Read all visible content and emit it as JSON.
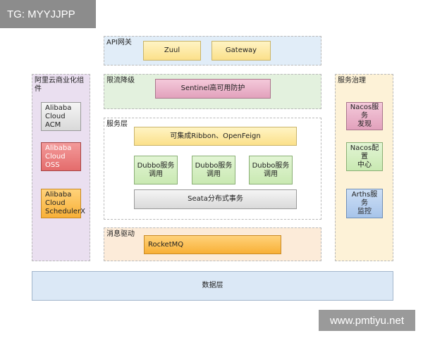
{
  "badge": {
    "text": "TG: MYYJJPP"
  },
  "watermark": {
    "text": "www.pmtiyu.net"
  },
  "diagram": {
    "api_gateway": {
      "label": "API网关",
      "items": [
        "Zuul",
        "Gateway"
      ]
    },
    "rate_limit": {
      "label": "限流降级",
      "items": [
        "Sentinel高可用防护"
      ]
    },
    "service_layer": {
      "label": "服务层",
      "integration": "可集成Ribbon、OpenFeign",
      "dubbo": [
        "Dubbo服务\n调用",
        "Dubbo服务\n调用",
        "Dubbo服务\n调用"
      ],
      "seata": "Seata分布式事务"
    },
    "message_driven": {
      "label": "消息驱动",
      "items": [
        "RocketMQ"
      ]
    },
    "alibaba_commercial": {
      "label": "阿里云商业化组件",
      "items": [
        "Alibaba\nCloud ACM",
        "Alibaba\nCloud OSS",
        "Alibaba\nCloud\nSchedulerX"
      ]
    },
    "service_governance": {
      "label": "服务治理",
      "items": [
        "Nacos服务\n发现",
        "Nacos配置\n中心",
        "Arths服务\n监控"
      ]
    },
    "data_layer": {
      "label": "数据层"
    }
  },
  "colors": {
    "api_bg": "#e1edf8",
    "limit_bg": "#e3f1de",
    "msg_bg": "#fcebd9",
    "ali_bg": "#eadff0",
    "gov_bg": "#fdf2d7",
    "data_bg": "#dbe8f6"
  }
}
